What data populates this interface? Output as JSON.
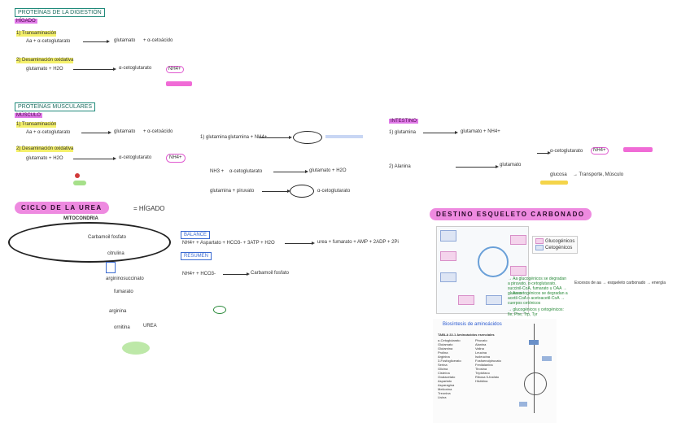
{
  "sections": {
    "s1_title": "PROTEÍNAS DE LA DIGESTIÓN",
    "s1_sub": "HÍGADO",
    "s2_title": "PROTEÍNAS MUSCULARES",
    "s2_sub": "MÚSCULO",
    "s3_sub": "INTESTINO",
    "urea_title": "CICLO DE LA UREA",
    "urea_suffix": "= HÍGADO",
    "mito_label": "MITOCONDRIA",
    "destino_title": "DESTINO ESQUELETO CARBONADO",
    "balance_label": "BALANCE",
    "resumen_label": "RESUMEN"
  },
  "steps": {
    "transamin": "1) Transaminación",
    "desamin": "2) Desaminación oxidativa",
    "glutamina": "1) glutamina",
    "alanina": "2) Alanina"
  },
  "chem": {
    "aa_akg": "Aa + α-cetoglutarato",
    "glutamato": "glutamato",
    "a_cetoacido": "+ α-cetoácido",
    "glut_h2o": "glutamato + H2O",
    "akg": "α-cetoglutarato",
    "nh4": "NH4+",
    "nh3": "NH3 +",
    "glutamina_nh4": "glutamina + NH4+",
    "glutamato_h2o": "glutamato + H2O",
    "glutamina_piruvato": "glutamina + piruvato",
    "alanina": "Alanina",
    "glucosa": "glucosa",
    "transporte": "→ Transporte, Músculo",
    "urea_eq": "urea + fumarato + AMP + 2ADP + 2Pi",
    "balance_eq": "NH4+ + Aspartato + HCO3- + 3ATP + H2O"
  },
  "urea_cycle": {
    "carbamoil": "Carbamoil fosfato",
    "citrulina": "citrulina",
    "ornitina": "ornitina",
    "argininosuccinato": "argininosuccinato",
    "arginina": "arginina",
    "fumarato": "fumarato",
    "urea": "UREA"
  },
  "textbook": {
    "heading": "Biosíntesis de aminoácidos",
    "table_title": "TABLA 22-1 Aminoácidos esenciales",
    "col1": [
      "α-Cetoglutarato",
      "Glutamato",
      "Glutamina",
      "Prolina",
      "Arginina",
      "3-Fosfoglicerato",
      "Serina",
      "Glicina",
      "Cisteína",
      "Oxalacetato",
      "Aspartato",
      "Asparagina",
      "Metionina",
      "Treonina",
      "Lisina"
    ],
    "col2": [
      "Piruvato",
      "Alanina",
      "Valina",
      "Leucina",
      "Isoleucina",
      "Fosfoenolpiruvato",
      "Fenilalanina",
      "Tirosina",
      "Triptófano",
      "Ribosa 5-fosfato",
      "Histidina"
    ]
  },
  "legend": {
    "glucogenic": "Glucogénicos",
    "ketogenic": "Cetogénicos"
  },
  "notes": {
    "n1": "→ Aa glucogénicos se degradan a piruvato, α-cetoglutarato, succinil-CoA, fumarato u OAA → glucosa",
    "n2": "→ Aa cetogénicos se degradan a acetil-CoA o acetoacetil-CoA → cuerpos cetónicos",
    "n3": "→ glucogénicos y cetogénicos: Ile, Phe, Trp, Tyr",
    "side": "Excesos de aa → esqueleto carbonado → energía"
  },
  "colors": {
    "pink": "#ee8ae0",
    "teal": "#1f8a7a",
    "red": "#d13a3a",
    "green": "#2a8a3a",
    "blue": "#3a6ad1"
  }
}
